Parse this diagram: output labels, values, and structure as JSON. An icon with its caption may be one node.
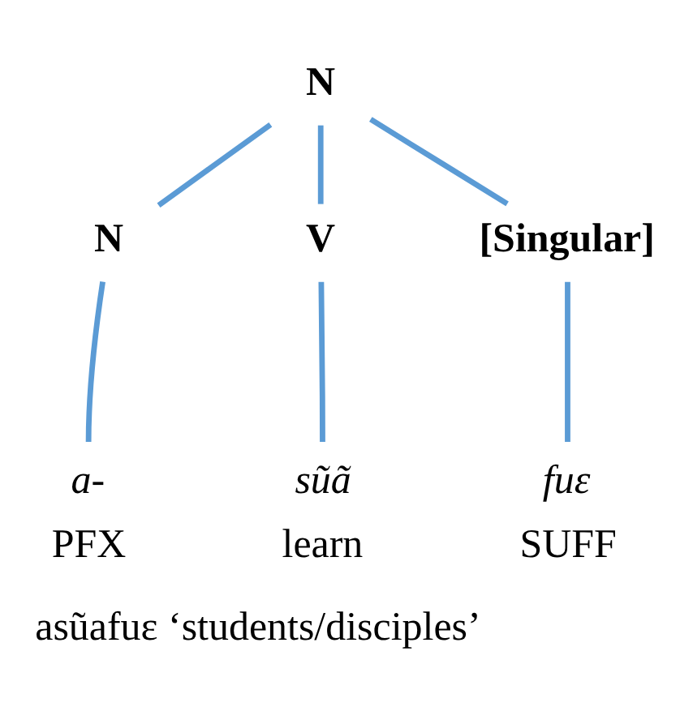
{
  "diagram": {
    "caption": "asũafuɛ ‘students/disciples’",
    "nodes": [
      {
        "text": [
          "N"
        ]
      },
      {
        "text": [
          "N"
        ]
      },
      {
        "text": [
          "V"
        ]
      },
      {
        "text": [
          "[Singular]"
        ]
      },
      {
        "text": [
          "a-"
        ],
        "beside": [
          "PFX"
        ]
      },
      {
        "text": [
          "sũã"
        ],
        "beside": [
          "learn"
        ]
      },
      {
        "text": [
          "fuɛ"
        ],
        "beside": [
          "SUFF"
        ]
      }
    ],
    "edges": [
      {
        "from": 0,
        "to": 1,
        "arrow": "none"
      },
      {
        "from": 0,
        "to": 2,
        "arrow": "none"
      },
      {
        "from": 0,
        "to": 3,
        "arrow": "none"
      },
      {
        "from": 1,
        "to": 4,
        "arrow": "none"
      },
      {
        "from": 2,
        "to": 5,
        "arrow": "none"
      },
      {
        "from": 3,
        "to": 6,
        "arrow": "none"
      }
    ]
  }
}
